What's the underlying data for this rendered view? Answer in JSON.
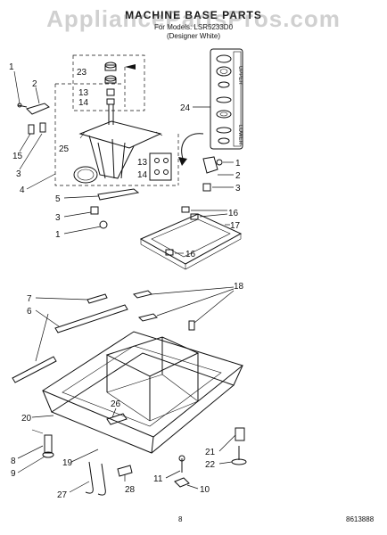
{
  "header": {
    "title": "MACHINE BASE PARTS",
    "subtitle_line1": "For Models: LSR5233D0",
    "subtitle_line2": "(Designer White)",
    "watermark": "AppliancePartsPros.com"
  },
  "footer": {
    "page_number": "8",
    "document_number": "8613888"
  },
  "kit_labels": {
    "upper": "UPPER",
    "lower": "LOWER"
  },
  "callouts": [
    {
      "id": "c1a",
      "text": "1"
    },
    {
      "id": "c2a",
      "text": "2"
    },
    {
      "id": "c15",
      "text": "15"
    },
    {
      "id": "c3a",
      "text": "3"
    },
    {
      "id": "c4",
      "text": "4"
    },
    {
      "id": "c25",
      "text": "25"
    },
    {
      "id": "c23",
      "text": "23"
    },
    {
      "id": "c13a",
      "text": "13"
    },
    {
      "id": "c14a",
      "text": "14"
    },
    {
      "id": "c13b",
      "text": "13"
    },
    {
      "id": "c14b",
      "text": "14"
    },
    {
      "id": "c24",
      "text": "24"
    },
    {
      "id": "c1b",
      "text": "1"
    },
    {
      "id": "c2b",
      "text": "2"
    },
    {
      "id": "c3b",
      "text": "3"
    },
    {
      "id": "c5",
      "text": "5"
    },
    {
      "id": "c3c",
      "text": "3"
    },
    {
      "id": "c1c",
      "text": "1"
    },
    {
      "id": "c16a",
      "text": "16"
    },
    {
      "id": "c17",
      "text": "17"
    },
    {
      "id": "c16b",
      "text": "16"
    },
    {
      "id": "c7",
      "text": "7"
    },
    {
      "id": "c6",
      "text": "6"
    },
    {
      "id": "c18",
      "text": "18"
    },
    {
      "id": "c20",
      "text": "20"
    },
    {
      "id": "c26",
      "text": "26"
    },
    {
      "id": "c8",
      "text": "8"
    },
    {
      "id": "c9",
      "text": "9"
    },
    {
      "id": "c19",
      "text": "19"
    },
    {
      "id": "c21",
      "text": "21"
    },
    {
      "id": "c22",
      "text": "22"
    },
    {
      "id": "c11",
      "text": "11"
    },
    {
      "id": "c28",
      "text": "28"
    },
    {
      "id": "c10",
      "text": "10"
    },
    {
      "id": "c27",
      "text": "27"
    }
  ]
}
